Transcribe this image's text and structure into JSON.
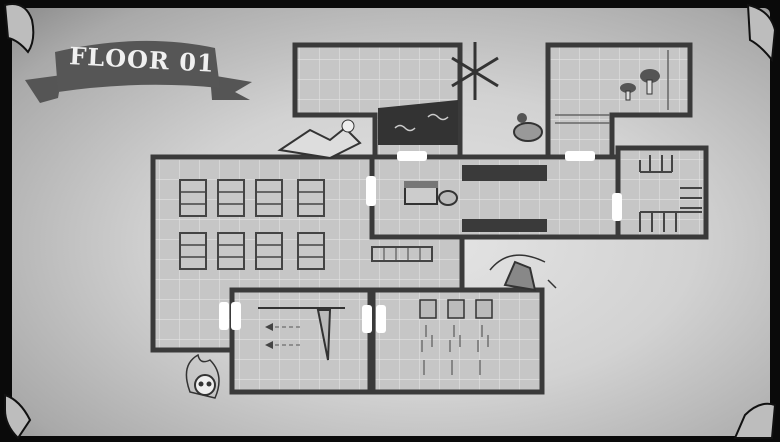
{
  "header": {
    "floor_title": "FLOOR 01"
  },
  "colors": {
    "wall": "#3a3a3a",
    "floor": "#c9c9c9",
    "grid": "#e6e6e6",
    "door": "#ffffff",
    "banner": "#555555"
  },
  "rooms": [
    {
      "name": "water-room",
      "feature": "water-pool"
    },
    {
      "name": "mushroom-room",
      "feature": "mushrooms"
    },
    {
      "name": "library-room",
      "feature": "bookshelves"
    },
    {
      "name": "shop-corridor",
      "feature": "shop-stall"
    },
    {
      "name": "stairs-room",
      "feature": "stairs"
    },
    {
      "name": "blade-trap-room",
      "feature": "blade-trap"
    },
    {
      "name": "spike-trap-room",
      "feature": "falling-blocks"
    }
  ],
  "icons": [
    "open-book-icon",
    "snowflake-icon",
    "mushroom-icon",
    "fish-icon",
    "crystal-icon",
    "flaming-skull-icon",
    "scroll-curl-icon"
  ]
}
